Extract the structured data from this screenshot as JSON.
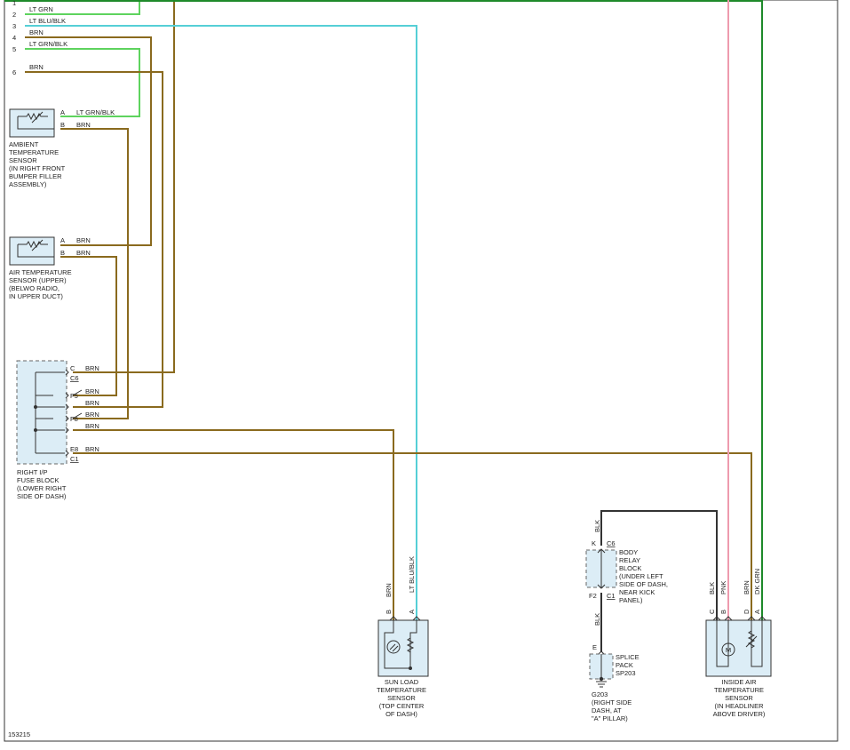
{
  "colors": {
    "brown": "#8a6a1e",
    "lt_green": "#5ed35e",
    "dk_green": "#1e8a2a",
    "lt_blue": "#55cfd6",
    "pink": "#ee9aae",
    "black": "#333333",
    "component_fill": "#dcedf6"
  },
  "connector_pins": [
    {
      "pin": "1",
      "wire": ""
    },
    {
      "pin": "2",
      "wire": "LT GRN"
    },
    {
      "pin": "3",
      "wire": "LT BLU/BLK"
    },
    {
      "pin": "4",
      "wire": "BRN"
    },
    {
      "pin": "5",
      "wire": "LT GRN/BLK"
    },
    {
      "pin": "6",
      "wire": "BRN"
    }
  ],
  "ambient_sensor": {
    "label": [
      "AMBIENT",
      "TEMPERATURE",
      "SENSOR",
      "(IN RIGHT FRONT",
      "BUMPER FILLER",
      "ASSEMBLY)"
    ],
    "pins": [
      {
        "pin": "A",
        "wire": "LT GRN/BLK"
      },
      {
        "pin": "B",
        "wire": "BRN"
      }
    ]
  },
  "upper_air_sensor": {
    "label": [
      "AIR TEMPERATURE",
      "SENSOR (UPPER)",
      "(BELWO RADIO,",
      "IN UPPER DUCT)"
    ],
    "pins": [
      {
        "pin": "A",
        "wire": "BRN"
      },
      {
        "pin": "B",
        "wire": "BRN"
      }
    ]
  },
  "fuse_block": {
    "label": [
      "RIGHT I/P",
      "FUSE BLOCK",
      "(LOWER RIGHT",
      "SIDE OF DASH)"
    ],
    "pins": [
      {
        "pin": "C",
        "conn": "C6",
        "wire": "BRN"
      },
      {
        "pin": "F5",
        "conn": "",
        "wire": "BRN"
      },
      {
        "pin": "",
        "conn": "",
        "wire": "BRN"
      },
      {
        "pin": "F8",
        "conn": "",
        "wire": "BRN"
      },
      {
        "pin": "",
        "conn": "",
        "wire": "BRN"
      },
      {
        "pin": "E8",
        "conn": "C1",
        "wire": "BRN"
      }
    ]
  },
  "sun_load_sensor": {
    "label": [
      "SUN LOAD",
      "TEMPERATURE",
      "SENSOR",
      "(TOP CENTER",
      "OF DASH)"
    ],
    "pins": [
      {
        "pin": "B",
        "wire": "BRN"
      },
      {
        "pin": "A",
        "wire": "LT BLU/BLK"
      }
    ]
  },
  "body_relay_block": {
    "label": [
      "BODY",
      "RELAY",
      "BLOCK",
      "(UNDER LEFT",
      "SIDE OF DASH,",
      "NEAR KICK",
      "PANEL)"
    ],
    "top_pin": "K",
    "top_conn": "C6",
    "top_wire": "BLK",
    "bottom_pin": "F2",
    "bottom_conn": "C1",
    "bottom_wire": "BLK"
  },
  "splice_pack": {
    "label": [
      "SPLICE",
      "PACK",
      "SP203"
    ],
    "pin": "E"
  },
  "ground": {
    "label": [
      "G203",
      "(RIGHT SIDE",
      "DASH, AT",
      "\"A\" PILLAR)"
    ]
  },
  "inside_air_sensor": {
    "label": [
      "INSIDE AIR",
      "TEMPERATURE",
      "SENSOR",
      "(IN HEADLINER",
      "ABOVE DRIVER)"
    ],
    "pins": [
      {
        "pin": "C",
        "wire": "BLK"
      },
      {
        "pin": "B",
        "wire": "PNK"
      },
      {
        "pin": "D",
        "wire": "BRN"
      },
      {
        "pin": "A",
        "wire": "DK GRN"
      }
    ],
    "motor_symbol": "M"
  },
  "figure_number": "153215"
}
